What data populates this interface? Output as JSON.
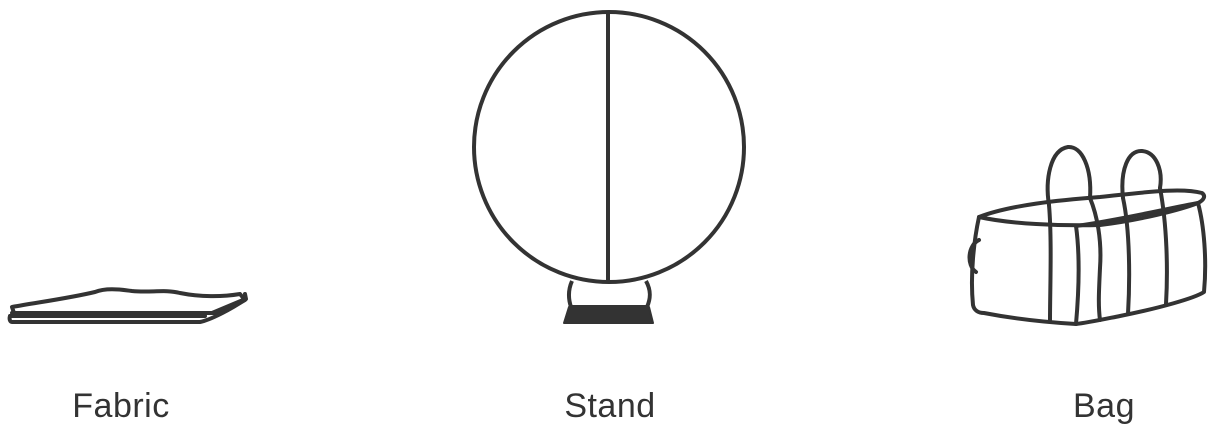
{
  "items": [
    {
      "label": "Fabric",
      "icon": "folded-fabric-icon"
    },
    {
      "label": "Stand",
      "icon": "round-stand-icon"
    },
    {
      "label": "Bag",
      "icon": "duffel-bag-icon"
    }
  ],
  "colors": {
    "line": "#333333",
    "background": "#ffffff"
  }
}
